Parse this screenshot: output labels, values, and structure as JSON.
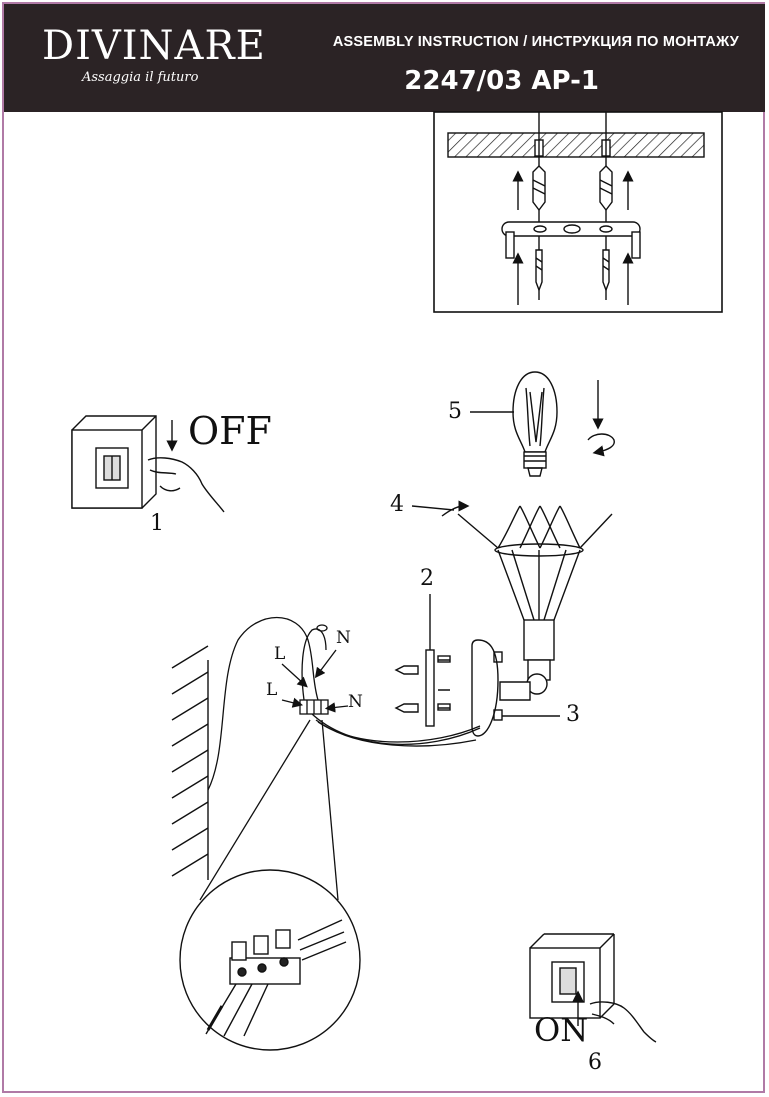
{
  "brand": {
    "name": "DIVINARE",
    "tagline": "Assaggia il futuro"
  },
  "header": {
    "instruction_title": "ASSEMBLY INSTRUCTION / ИНСТРУКЦИЯ ПО МОНТАЖУ",
    "model": "2247/03 AP-1"
  },
  "steps": {
    "switch_off_label": "OFF",
    "switch_on_label": "ON",
    "step1": "1",
    "step2": "2",
    "step3": "3",
    "step4": "4",
    "step5": "5",
    "step6": "6"
  },
  "wiring": {
    "l_upper": "L",
    "n_upper": "N",
    "l_lower": "L",
    "n_lower": "N"
  },
  "colors": {
    "header_bg": "#2b2325",
    "border": "#b07aa6"
  }
}
